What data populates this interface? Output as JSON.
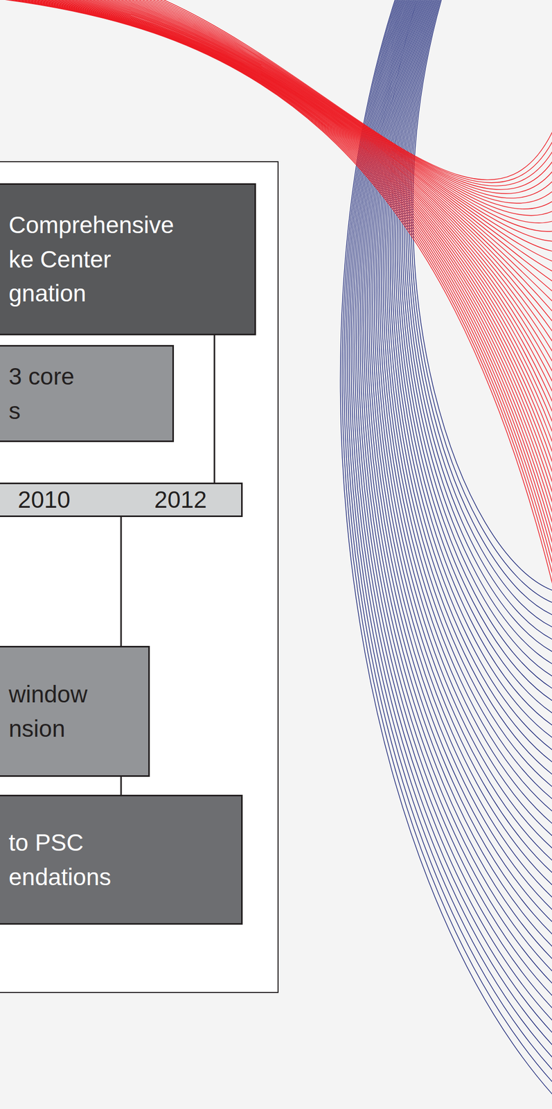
{
  "diagram": {
    "nodes": [
      {
        "text": [
          "Comprehensive ke Center gnation"
        ]
      },
      {
        "text": [
          "3 core s"
        ]
      },
      {
        "text": [
          "2010",
          "2012"
        ]
      },
      {
        "text": [
          "window nsion"
        ]
      },
      {
        "text": [
          "to PSC endations"
        ]
      }
    ],
    "edges": [
      {
        "from": 0,
        "to": 2,
        "arrow": "none"
      },
      {
        "from": 2,
        "to": 3,
        "arrow": "none"
      },
      {
        "from": 3,
        "to": 4,
        "arrow": "none"
      }
    ]
  }
}
